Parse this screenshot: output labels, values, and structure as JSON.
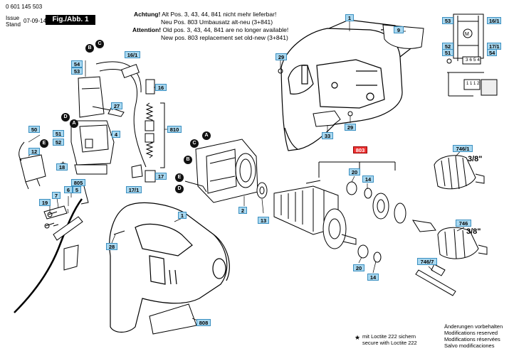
{
  "header": {
    "part_number": "0 601 145 503",
    "issue_label": "Issue",
    "stand_label": "Stand",
    "issue_date": "07-09-14",
    "figure_label": "Fig./Abb. 1"
  },
  "notice": {
    "de_bold": "Achtung!",
    "de_line1": " Alt Pos. 3, 43, 44, 841 nicht mehr lieferbar!",
    "de_line2": "Neu Pos. 803 Umbausatz alt-neu (3+841)",
    "en_bold": "Attention!",
    "en_line1": " Old pos. 3, 43, 44, 841 are no longer available!",
    "en_line2": "New pos. 803 replacement set old-new (3+841)"
  },
  "footer": {
    "loctite_de": "mit Loctite 222 sichern",
    "loctite_en": "secure with Loctite 222",
    "mod_de": "Änderungen vorbehalten",
    "mod_en": "Modifications reserved",
    "mod_fr": "Modifications réservées",
    "mod_es": "Salvo modificaciones"
  },
  "chuck_sizes": [
    "3/8\"",
    "3/8\""
  ],
  "wiring": {
    "terminals": "3 6 5 4",
    "lower": "1 1 1 2"
  },
  "labels": {
    "p1a": "1",
    "p9": "9",
    "p29a": "29",
    "p29b": "29",
    "p33": "33",
    "p53": "53",
    "p52": "52",
    "p51": "51",
    "p16_1": "16/1",
    "p17_1a": "17/1",
    "p54r": "54",
    "p54": "54",
    "p53b": "53",
    "p16_1b": "16/1",
    "p16": "16",
    "p27": "27",
    "p810": "810",
    "p51b": "51",
    "p52b": "52",
    "p4": "4",
    "p50": "50",
    "p12": "12",
    "p18": "18",
    "p805": "805",
    "p5": "5",
    "p6": "6",
    "p7": "7",
    "p19": "19",
    "p17_1b": "17/1",
    "p17": "17",
    "p2": "2",
    "p13": "13",
    "p803": "803",
    "p20a": "20",
    "p14a": "14",
    "p20b": "20",
    "p14b": "14",
    "p746_1": "746/1",
    "p746": "746",
    "p746_7": "746/7",
    "p1b": "1",
    "p28": "28",
    "p808": "808"
  },
  "callouts": {
    "a": "A",
    "b": "B",
    "c": "C",
    "d": "D",
    "e": "E"
  }
}
